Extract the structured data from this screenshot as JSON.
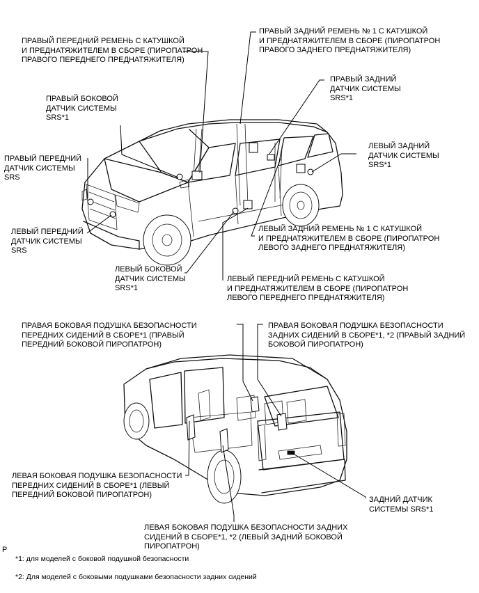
{
  "labels": {
    "rf_belt": [
      "ПРАВЫЙ ПЕРЕДНИЙ РЕМЕНЬ С КАТУШКОЙ",
      "И ПРЕДНАТЯЖИТЕЛЕМ В СБОРЕ (ПИРОПАТРОН",
      "ПРАВОГО ПЕРЕДНЕГО ПРЕДНАТЯЖИТЕЛЯ)"
    ],
    "rr_belt": [
      "ПРАВЫЙ ЗАДНИЙ РЕМЕНЬ № 1 С КАТУШКОЙ",
      "И ПРЕДНАТЯЖИТЕЛЕМ В СБОРЕ (ПИРОПАТРОН",
      "ПРАВОГО ЗАДНЕГО ПРЕДНАТЯЖИТЕЛЯ)"
    ],
    "rr_sensor": [
      "ПРАВЫЙ ЗАДНИЙ",
      "ДАТЧИК СИСТЕМЫ",
      "SRS*1"
    ],
    "r_side_sensor": [
      "ПРАВЫЙ БОКОВОЙ",
      "ДАТЧИК СИСТЕМЫ",
      "SRS*1"
    ],
    "lr_sensor": [
      "ЛЕВЫЙ ЗАДНИЙ",
      "ДАТЧИК СИСТЕМЫ",
      "SRS*1"
    ],
    "rf_sensor": [
      "ПРАВЫЙ ПЕРЕДНИЙ",
      "ДАТЧИК СИСТЕМЫ",
      "SRS"
    ],
    "lf_sensor": [
      "ЛЕВЫЙ ПЕРЕДНИЙ",
      "ДАТЧИК СИСТЕМЫ",
      "SRS"
    ],
    "lr_belt": [
      "ЛЕВЫЙ ЗАДНИЙ РЕМЕНЬ № 1 С КАТУШКОЙ",
      "И ПРЕДНАТЯЖИТЕЛЕМ В СБОРЕ (ПИРОПАТРОН",
      "ЛЕВОГО ЗАДНЕГО ПРЕДНАТЯЖИТЕЛЯ)"
    ],
    "l_side_sensor": [
      "ЛЕВЫЙ БОКОВОЙ",
      "ДАТЧИК СИСТЕМЫ",
      "SRS*1"
    ],
    "lf_belt": [
      "ЛЕВЫЙ ПЕРЕДНИЙ РЕМЕНЬ С КАТУШКОЙ",
      "И ПРЕДНАТЯЖИТЕЛЕМ В СБОРЕ (ПИРОПАТРОН",
      "ЛЕВОГО ПЕРЕДНЕГО ПРЕДНАТЯЖИТЕЛЯ)"
    ],
    "rf_side_airbag": [
      "ПРАВАЯ БОКОВАЯ ПОДУШКА БЕЗОПАСНОСТИ",
      "ПЕРЕДНИХ СИДЕНИЙ В СБОРЕ*1 (ПРАВЫЙ",
      "ПЕРЕДНИЙ БОКОВОЙ ПИРОПАТРОН)"
    ],
    "rr_side_airbag": [
      "ПРАВАЯ БОКОВАЯ ПОДУШКА БЕЗОПАСНОСТИ",
      "ЗАДНИХ СИДЕНИЙ В СБОРЕ*1, *2 (ПРАВЫЙ ЗАДНИЙ",
      "БОКОВОЙ ПИРОПАТРОН)"
    ],
    "lf_side_airbag": [
      "ЛЕВАЯ БОКОВАЯ ПОДУШКА БЕЗОПАСНОСТИ",
      "ПЕРЕДНИХ СИДЕНИЙ В СБОРЕ*1 (ЛЕВЫЙ",
      "ПЕРЕДНИЙ БОКОВОЙ ПИРОПАТРОН)"
    ],
    "rear_sensor": [
      "ЗАДНИЙ ДАТЧИК",
      "СИСТЕМЫ SRS*1"
    ],
    "lr_side_airbag": [
      "ЛЕВАЯ БОКОВАЯ ПОДУШКА БЕЗОПАСНОСТИ ЗАДНИХ",
      "СИДЕНИЙ В СБОРЕ*1, *2 (ЛЕВЫЙ ЗАДНИЙ БОКОВОЙ",
      "ПИРОПАТРОН)"
    ]
  },
  "side_marker": "P",
  "footnotes": {
    "note1": "*1: для моделей с боковой подушкой безопасности",
    "note2": "*2: Для моделей с боковыми подушками безопасности задних сидений"
  }
}
